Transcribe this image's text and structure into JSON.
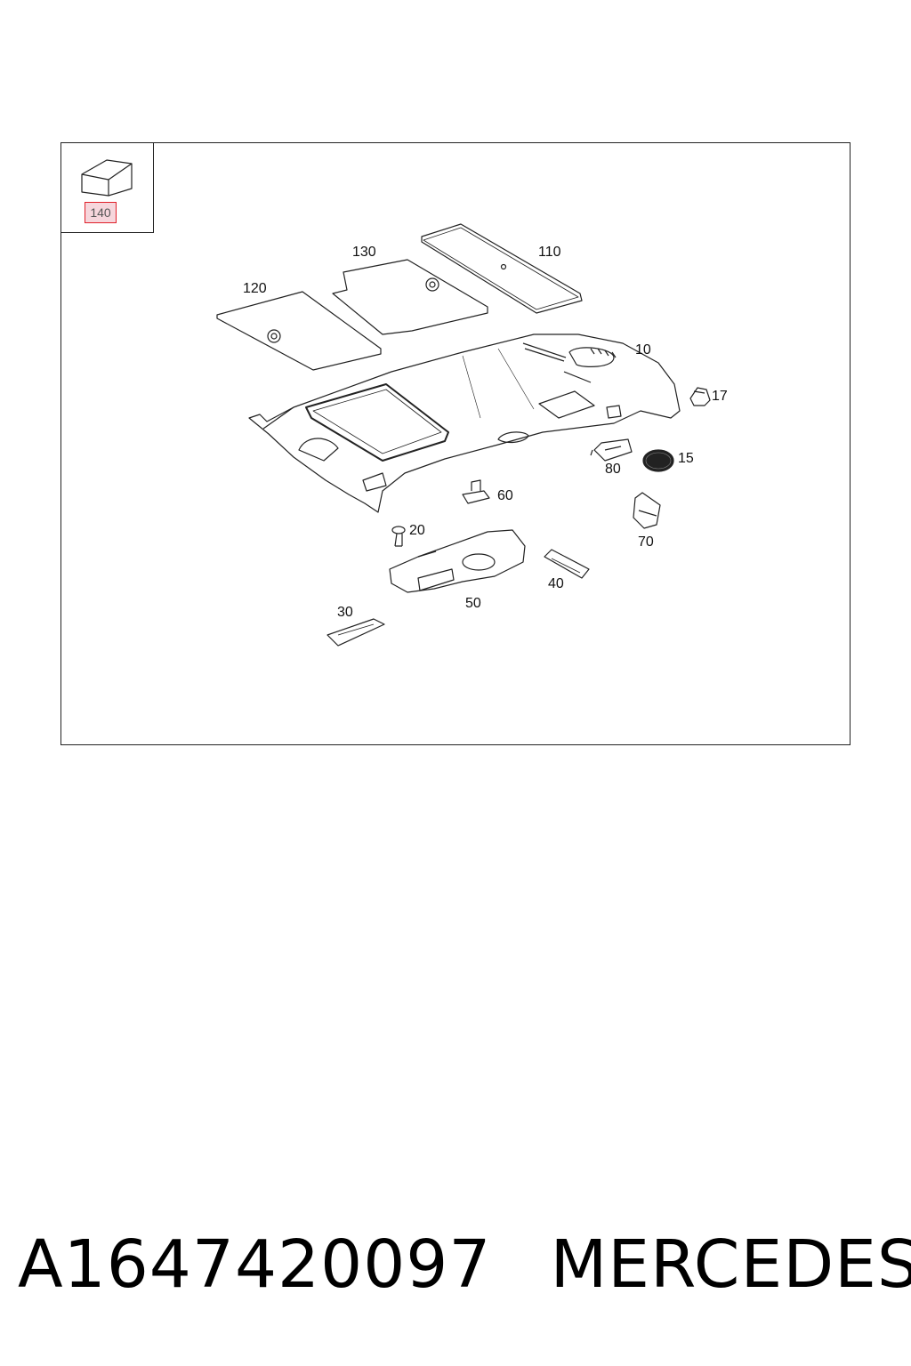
{
  "inset": {
    "label": "140"
  },
  "callouts": {
    "c10": "10",
    "c15": "15",
    "c17": "17",
    "c20": "20",
    "c30": "30",
    "c40": "40",
    "c50": "50",
    "c60": "60",
    "c70": "70",
    "c80": "80",
    "c110": "110",
    "c120": "120",
    "c130": "130"
  },
  "footer": {
    "part_number": "A1647420097",
    "brand": "MERCEDES"
  },
  "colors": {
    "line": "#222222",
    "highlight_border": "#e0202a",
    "highlight_fill": "#f6d6dc"
  }
}
